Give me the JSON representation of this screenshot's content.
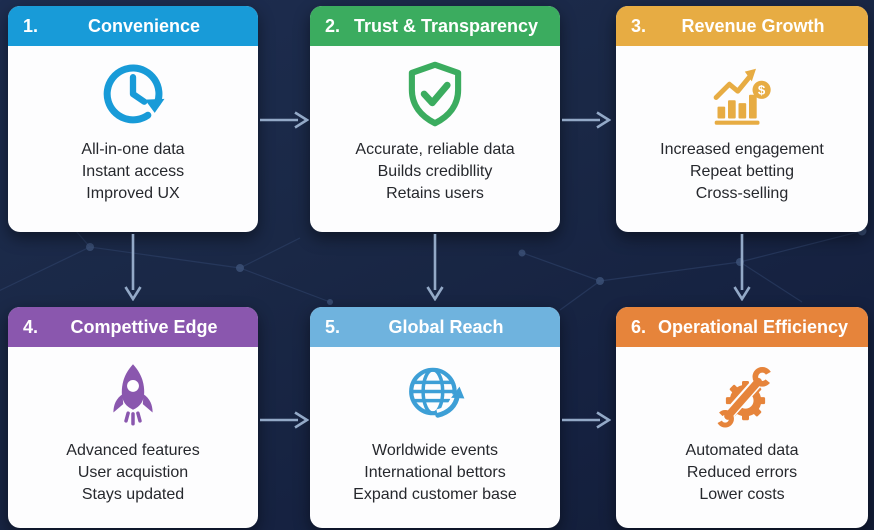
{
  "palette": {
    "background": "#182646",
    "card_background": "#FDFDFE",
    "body_text": "#26282D",
    "header_text": "#FFFFFF",
    "arrow": "#93A9C7",
    "network_line": "#31456D",
    "network_node": "#3D5379"
  },
  "cards": [
    {
      "number": "1.",
      "title": "Convenience",
      "header_color": "#189BD8",
      "icon": "clock-history-icon",
      "icon_color": "#189BD8",
      "lines": [
        "All-in-one data",
        "Instant access",
        "Improved UX"
      ]
    },
    {
      "number": "2.",
      "title": "Trust & Transparency",
      "header_color": "#3BAC5F",
      "icon": "shield-check-icon",
      "icon_color": "#3BAC5F",
      "lines": [
        "Accurate, reliable data",
        "Builds credibllity",
        "Retains users"
      ]
    },
    {
      "number": "3.",
      "title": "Revenue Growth",
      "header_color": "#E7AC43",
      "icon": "growth-chart-dollar-icon",
      "icon_color": "#E7AC43",
      "icon_symbol": "$",
      "lines": [
        "Increased engagement",
        "Repeat betting",
        "Cross-selling"
      ]
    },
    {
      "number": "4.",
      "title": "Compettive Edge",
      "header_color": "#8A57AE",
      "icon": "rocket-icon",
      "icon_color": "#8A57AE",
      "lines": [
        "Advanced features",
        "User acquistion",
        "Stays updated"
      ]
    },
    {
      "number": "5.",
      "title": "Global Reach",
      "header_color": "#6FB3DE",
      "icon": "globe-arrow-icon",
      "icon_color": "#3D9FD6",
      "lines": [
        "Worldwide events",
        "International bettors",
        "Expand customer base"
      ]
    },
    {
      "number": "6.",
      "title": "Operational Efficiency",
      "header_color": "#E6843B",
      "icon": "gear-wrench-icon",
      "icon_color": "#E6843B",
      "lines": [
        "Automated data",
        "Reduced errors",
        "Lower costs"
      ]
    }
  ]
}
